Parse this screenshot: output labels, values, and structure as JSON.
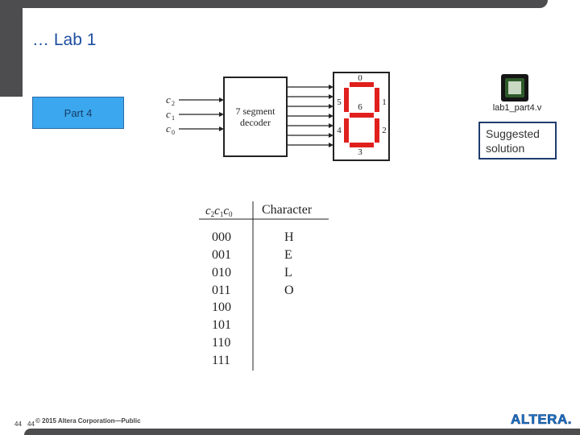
{
  "title": "… Lab 1",
  "part_label": "Part 4",
  "suggested_text": "Suggested solution",
  "file_name": "lab1_part4.v",
  "decoder": {
    "inputs": [
      "c2",
      "c1",
      "c0"
    ],
    "block_line1": "7 segment",
    "block_line2": "decoder",
    "segment_numbers": [
      "0",
      "1",
      "2",
      "3",
      "4",
      "5",
      "6"
    ]
  },
  "truth_table": {
    "header_char": "Character",
    "header_inputs": [
      "c2",
      "c1",
      "c0"
    ],
    "rows": [
      {
        "code": "000",
        "char": "H"
      },
      {
        "code": "001",
        "char": "E"
      },
      {
        "code": "010",
        "char": "L"
      },
      {
        "code": "011",
        "char": "O"
      },
      {
        "code": "100",
        "char": ""
      },
      {
        "code": "101",
        "char": ""
      },
      {
        "code": "110",
        "char": ""
      },
      {
        "code": "111",
        "char": ""
      }
    ]
  },
  "footer": {
    "page_a": "44",
    "page_b": "44",
    "copyright": "© 2015 Altera Corporation—Public",
    "logo_text": "ALTERA."
  },
  "colors": {
    "segment_red": "#e0201d",
    "title_blue": "#1f4ea1",
    "box_blue": "#3ba7ee",
    "frame_gray": "#4d4d4f",
    "logo_blue": "#1e73c8"
  }
}
